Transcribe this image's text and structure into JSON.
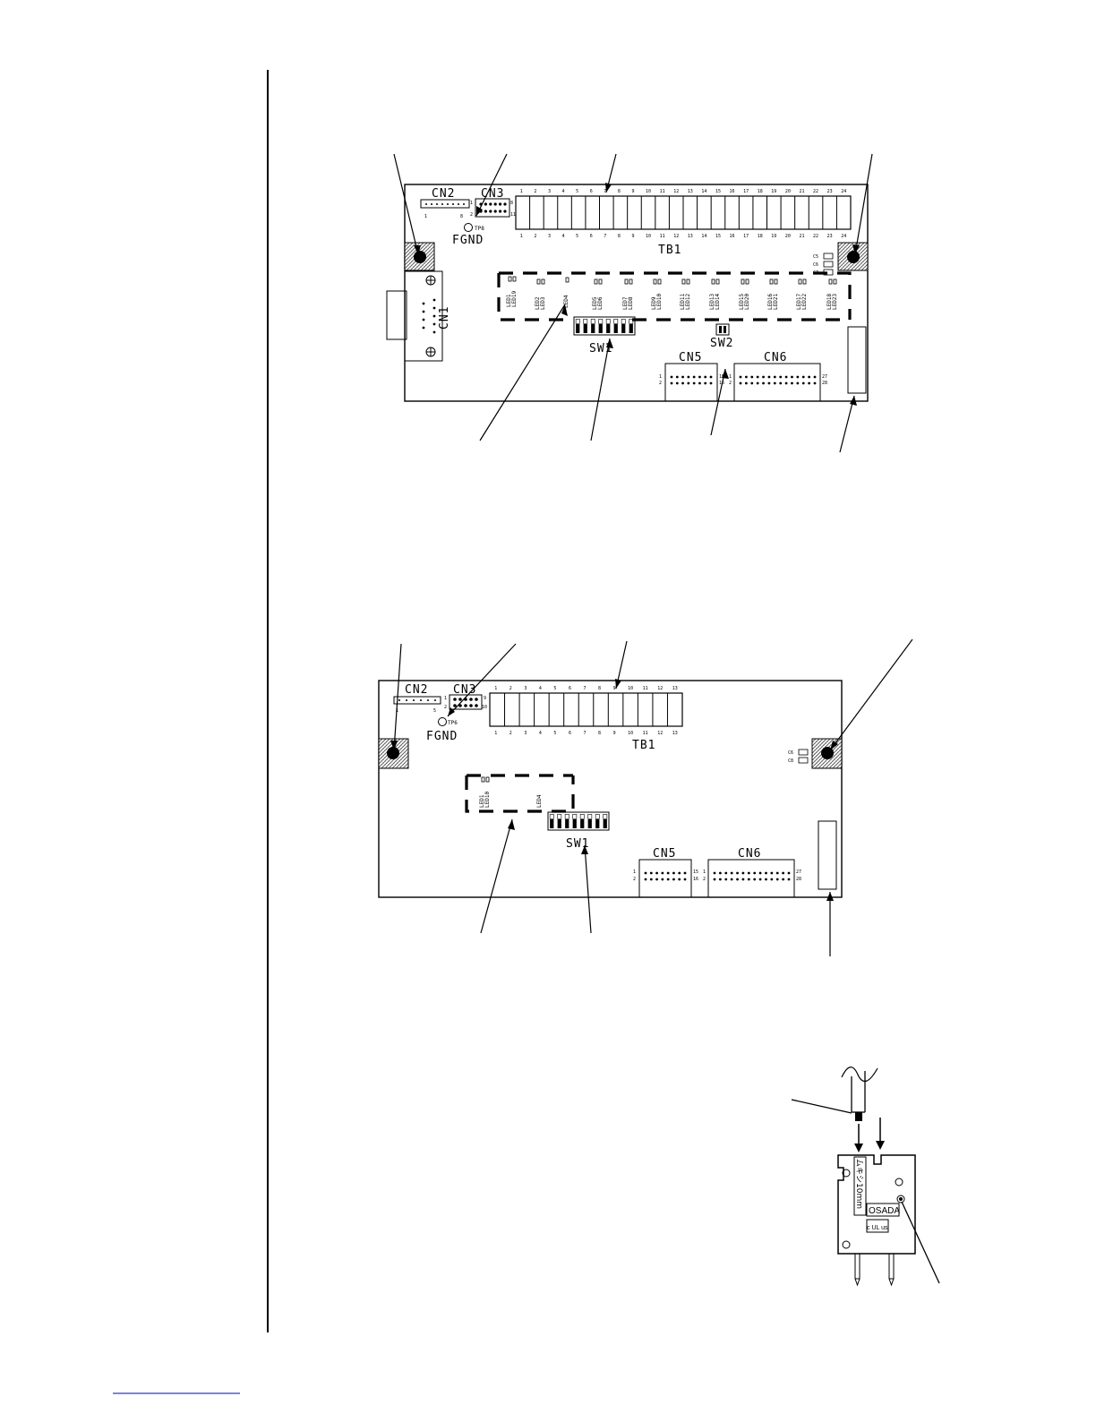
{
  "diagram1": {
    "labels": {
      "cn1": "CN1",
      "cn2": "CN2",
      "cn3": "CN3",
      "cn5": "CN5",
      "cn6": "CN6",
      "tb1": "TB1",
      "sw1": "SW1",
      "sw2": "SW2",
      "fgnd": "FGND",
      "tp": "TP8"
    },
    "cn2_pins": [
      "1",
      "8"
    ],
    "cn3_pins": [
      "1",
      "8",
      "2",
      "11"
    ],
    "cn5_pins": [
      "1",
      "2",
      "15",
      "16"
    ],
    "cn6_pins": [
      "1",
      "2",
      "27",
      "28"
    ],
    "tb1_terminal_count": 24,
    "tb1_numbers": [
      "1",
      "2",
      "3",
      "4",
      "5",
      "6",
      "7",
      "8",
      "9",
      "10",
      "11",
      "12",
      "13",
      "14",
      "15",
      "16",
      "17",
      "18",
      "19",
      "20",
      "21",
      "22",
      "23",
      "24"
    ],
    "led_labels": [
      "LED1",
      "LED19",
      "LED2",
      "LED3",
      "LED4",
      "LED5",
      "LED6",
      "LED7",
      "LED8",
      "LED9",
      "LED10",
      "LED11",
      "LED12",
      "LED13",
      "LED14",
      "LED15",
      "LED20",
      "LED16",
      "LED21",
      "LED17",
      "LED22",
      "LED18",
      "LED23"
    ],
    "side_leds": [
      "C5",
      "C6",
      "C7"
    ]
  },
  "diagram2": {
    "labels": {
      "cn2": "CN2",
      "cn3": "CN3",
      "cn5": "CN5",
      "cn6": "CN6",
      "tb1": "TB1",
      "sw1": "SW1",
      "fgnd": "FGND",
      "tp": "TP6"
    },
    "cn2_pins": [
      "1",
      "5"
    ],
    "cn3_pins": [
      "1",
      "9",
      "2",
      "10"
    ],
    "cn5_pins": [
      "1",
      "2",
      "15",
      "16"
    ],
    "cn6_pins": [
      "1",
      "2",
      "27",
      "28"
    ],
    "tb1_terminal_count": 13,
    "tb1_numbers": [
      "1",
      "2",
      "3",
      "4",
      "5",
      "6",
      "7",
      "8",
      "9",
      "10",
      "11",
      "12",
      "13"
    ],
    "led_labels": [
      "LED1",
      "LED10",
      "LED4"
    ],
    "side_leds": [
      "C6",
      "C8"
    ]
  },
  "terminal": {
    "strip_text": "ムキシ10mm",
    "brand": "OSADA",
    "mark": "c UL us"
  }
}
